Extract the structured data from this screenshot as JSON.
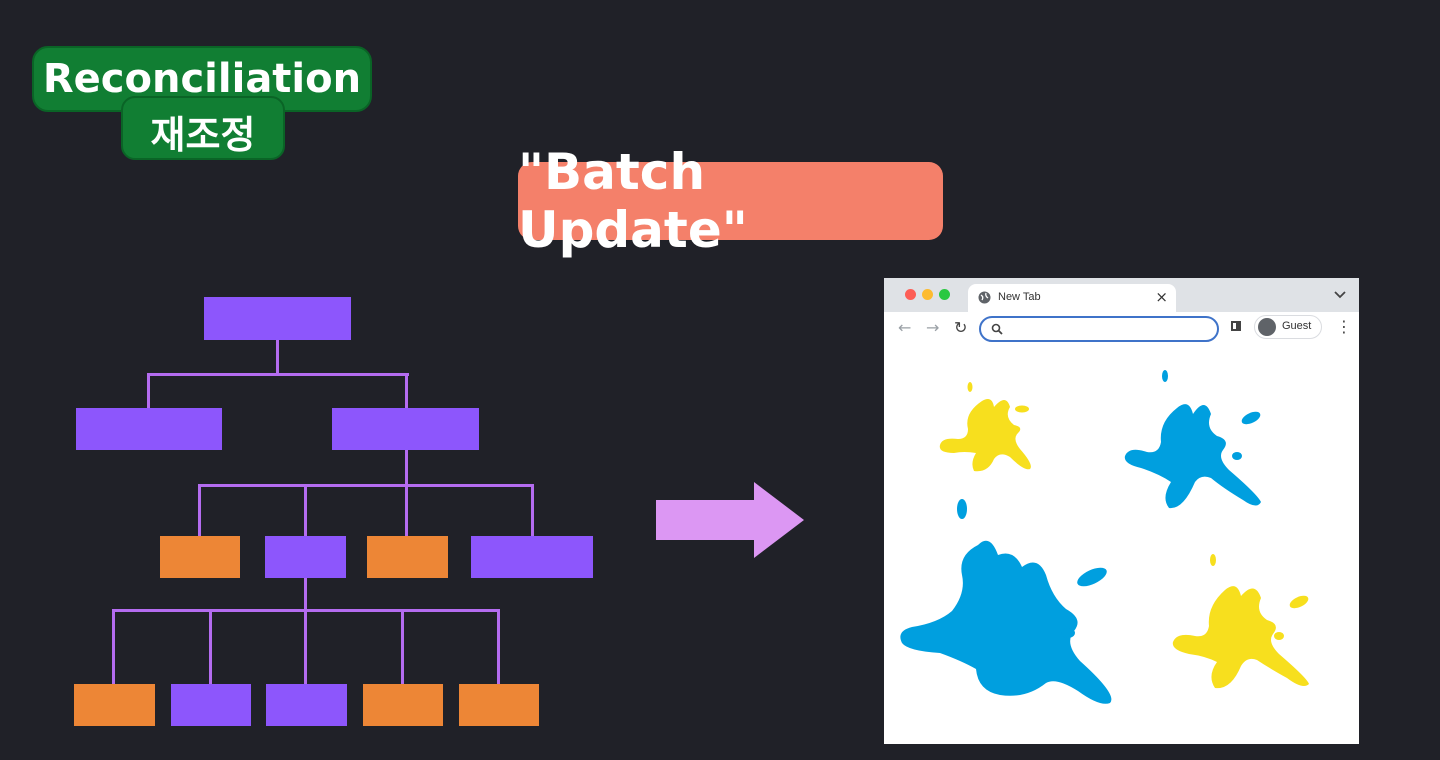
{
  "badge": {
    "line1": "Reconciliation",
    "line2": "재조정"
  },
  "batch_label": "\"Batch Update\"",
  "browser": {
    "tab_title": "New Tab",
    "tab_close": "×",
    "back": "←",
    "forward": "→",
    "reload": "↻",
    "search_placeholder": "",
    "profile_label": "Guest",
    "menu": "⋮",
    "traffic_lights": [
      "#fd5e56",
      "#fdbb2f",
      "#2ac841"
    ]
  },
  "colors": {
    "purple_node": "#8d56fc",
    "orange_node": "#ed8636",
    "connector": "#b46cf0",
    "arrow": "#dc97f3",
    "splat_yellow": "#f7df1e",
    "splat_blue": "#009fdf"
  },
  "tree": {
    "levels": [
      [
        "purple"
      ],
      [
        "purple",
        "purple"
      ],
      [
        "orange",
        "purple",
        "orange",
        "purple"
      ],
      [
        "orange",
        "purple",
        "purple",
        "orange",
        "orange"
      ]
    ]
  },
  "splats": [
    "yellow",
    "blue",
    "blue",
    "yellow"
  ]
}
